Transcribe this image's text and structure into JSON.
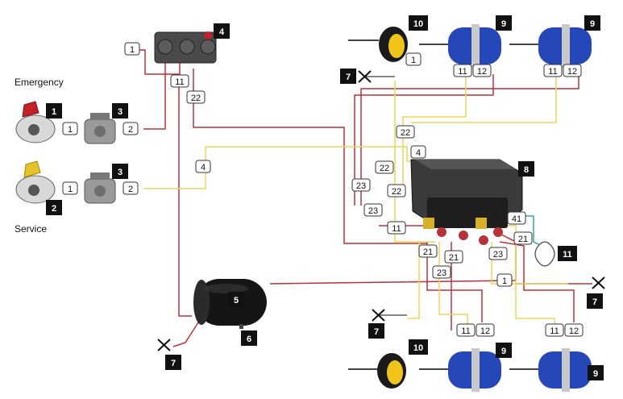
{
  "labels": {
    "emergency": "Emergency",
    "service": "Service"
  },
  "callouts": {
    "c1": "1",
    "c2": "2",
    "c3a": "3",
    "c3b": "3",
    "c4": "4",
    "c5": "5",
    "c6": "6",
    "c7a": "7",
    "c7b": "7",
    "c7c": "7",
    "c7d": "7",
    "c8": "8",
    "c9a": "9",
    "c9b": "9",
    "c9c": "9",
    "c9d": "9",
    "c10a": "10",
    "c10b": "10",
    "c11": "11"
  },
  "ports": {
    "p_valve_1": "1",
    "p_valve_11": "11",
    "p_valve_22": "22",
    "p_em_1": "1",
    "p_em_2": "2",
    "p_sv_1": "1",
    "p_sv_2": "2",
    "p_line_4a": "4",
    "p_line_4b": "4",
    "p_top_1": "1",
    "p_top_11a": "11",
    "p_top_12a": "12",
    "p_top_11b": "11",
    "p_top_12b": "12",
    "p_mid_22a": "22",
    "p_mid_22b": "22",
    "p_mid_22c": "22",
    "p_mid_23a": "23",
    "p_mid_23b": "23",
    "p_mid_11": "11",
    "p_mid_41": "41",
    "p_mid_21a": "21",
    "p_mid_21b": "21",
    "p_mid_21c": "21",
    "p_mid_23c": "23",
    "p_mid_23d": "23",
    "p_mid_1": "1",
    "p_bot_11a": "11",
    "p_bot_12a": "12",
    "p_bot_11b": "11",
    "p_bot_12b": "12"
  },
  "colors": {
    "red_line": "#b8323a",
    "yellow_line": "#ead65a",
    "teal_line": "#3aa5a0",
    "chamber_blue": "#2547b8",
    "chamber_yellow": "#f0c419",
    "tank_black": "#151515",
    "tag_black": "#111111"
  }
}
